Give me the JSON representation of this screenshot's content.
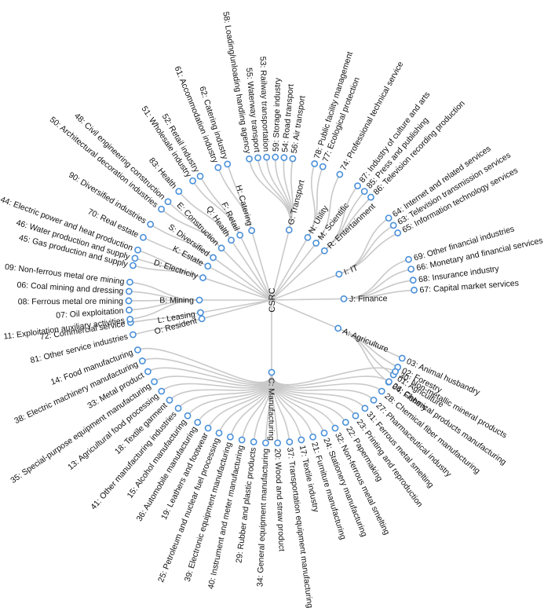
{
  "root": "CSRC",
  "colors": {
    "link": "#c9c9c9",
    "node_stroke": "#4a90d9",
    "node_fill": "#ffffff",
    "text": "#111111"
  },
  "categories": [
    {
      "label": "A: Agriculture",
      "angle": 23,
      "children": [
        {
          "label": "03: Animal husbandry",
          "angle": 24
        },
        {
          "label": "02: Forestry",
          "angle": 28
        },
        {
          "label": "01: Agriculture",
          "angle": 31.5
        },
        {
          "label": "04: Fishery",
          "angle": 35
        }
      ]
    },
    {
      "label": "C: Manufacturing",
      "angle": 90,
      "children": [
        {
          "label": "30: Non-metallic mineral products",
          "angle": 30
        },
        {
          "label": "26: Chemical products manufacturing",
          "angle": 34.8
        },
        {
          "label": "28: Chemical fiber manufacturing",
          "angle": 39.6
        },
        {
          "label": "27: Pharmaceutical industry",
          "angle": 44.4
        },
        {
          "label": "31: Ferrous metal smelting",
          "angle": 49.2
        },
        {
          "label": "23: Printing and reproduction",
          "angle": 54
        },
        {
          "label": "22: Papermaking",
          "angle": 58.8
        },
        {
          "label": "32: Non-ferrous metal smelting",
          "angle": 63.6
        },
        {
          "label": "24: Stationery manufacturing",
          "angle": 68.4
        },
        {
          "label": "21: Furniture manufacturing",
          "angle": 73.2
        },
        {
          "label": "17: Textile industry",
          "angle": 78
        },
        {
          "label": "37: Transportation equipment manufacturing",
          "angle": 82.8
        },
        {
          "label": "20: Wood and straw product",
          "angle": 87.6
        },
        {
          "label": "34: General equipment manufacturing",
          "angle": 92.4
        },
        {
          "label": "29: Rubber and plastic products",
          "angle": 97.2
        },
        {
          "label": "40: Instrument and meter manufacturing",
          "angle": 102
        },
        {
          "label": "39: Electronic equipment manufacturing",
          "angle": 106.8
        },
        {
          "label": "25: Petroleum and nuclear fuel processing",
          "angle": 111.6
        },
        {
          "label": "19: Leathers and footwear",
          "angle": 116.4
        },
        {
          "label": "36: Automobile manufacturing",
          "angle": 121.2
        },
        {
          "label": "15: Alcohol manufacturing",
          "angle": 126
        },
        {
          "label": "41: Other manufacturing industries",
          "angle": 130.8
        },
        {
          "label": "18: Textile garment",
          "angle": 135.6
        },
        {
          "label": "13: Agricultural food processing",
          "angle": 140.4
        },
        {
          "label": "35: Special-purpose equipment manufacturing",
          "angle": 145.2
        },
        {
          "label": "33: Metal product",
          "angle": 150
        },
        {
          "label": "38: Electric machinery manufacturing",
          "angle": 154.8
        },
        {
          "label": "14: Food manufacturing",
          "angle": 159.6
        }
      ]
    },
    {
      "label": "O: Resident",
      "angle": 165,
      "children": [
        {
          "label": "81: Other service industries",
          "angle": 166
        }
      ]
    },
    {
      "label": "L: Leasing",
      "angle": 170,
      "children": [
        {
          "label": "72: Commercial service",
          "angle": 171
        }
      ]
    },
    {
      "label": "B: Mining",
      "angle": 180,
      "children": [
        {
          "label": "11: Exploitation auxiliary activities",
          "angle": 172.3
        },
        {
          "label": "07: Oil exploitation",
          "angle": 176
        },
        {
          "label": "08: Ferrous metal ore mining",
          "angle": 179.7
        },
        {
          "label": "06: Coal mining and dressing",
          "angle": 183.5
        },
        {
          "label": "09: Non-ferrous metal ore mining",
          "angle": 187.2
        }
      ]
    },
    {
      "label": "D: Electricity",
      "angle": 198,
      "children": [
        {
          "label": "45: Gas production and supply",
          "angle": 194
        },
        {
          "label": "46: Water production and supply",
          "angle": 197
        },
        {
          "label": "44: Electric power and heat production",
          "angle": 200.5
        }
      ]
    },
    {
      "label": "K: Estate",
      "angle": 208,
      "children": [
        {
          "label": "70: Real estate",
          "angle": 206
        }
      ]
    },
    {
      "label": "S: Diversified",
      "angle": 216,
      "children": [
        {
          "label": "90: Diversified industries",
          "angle": 212
        }
      ]
    },
    {
      "label": "E: Construction",
      "angle": 226,
      "children": [
        {
          "label": "50: Architectural decoration industries",
          "angle": 219.5
        },
        {
          "label": "48: Civil engineering construction",
          "angle": 223.5
        }
      ]
    },
    {
      "label": "Q: Health",
      "angle": 236,
      "children": [
        {
          "label": "83: Health",
          "angle": 229.5
        }
      ]
    },
    {
      "label": "F: Retail",
      "angle": 244,
      "children": [
        {
          "label": "51: Wholesale industry",
          "angle": 236.5
        },
        {
          "label": "52: Retail industry",
          "angle": 240
        }
      ]
    },
    {
      "label": "H: Catering",
      "angle": 254,
      "children": [
        {
          "label": "61: Accommodation industry",
          "angle": 248
        },
        {
          "label": "62: Catering industry",
          "angle": 252
        }
      ]
    },
    {
      "label": "G: Transport",
      "angle": 284,
      "children": [
        {
          "label": "58: Loading/unloading handling agency",
          "angle": 261
        },
        {
          "label": "55: Waterway transport",
          "angle": 264.5
        },
        {
          "label": "53: Railway transportation",
          "angle": 268
        },
        {
          "label": "59: Storage industry",
          "angle": 271.5
        },
        {
          "label": "54: Road transport",
          "angle": 275
        },
        {
          "label": "56: Air transport",
          "angle": 278.5
        }
      ]
    },
    {
      "label": "N: Utility",
      "angle": 300,
      "children": [
        {
          "label": "78: Public facility management",
          "angle": 287.5
        },
        {
          "label": "77: Ecological protection",
          "angle": 291
        }
      ]
    },
    {
      "label": "M: Scientific",
      "angle": 308,
      "children": [
        {
          "label": "74: Professional technical service",
          "angle": 298.5
        }
      ]
    },
    {
      "label": "R: Entertainment",
      "angle": 317,
      "children": [
        {
          "label": "87: Industry of culture and arts",
          "angle": 307
        },
        {
          "label": "85: Press and publishing",
          "angle": 310.5
        },
        {
          "label": "86: Television recording production",
          "angle": 314
        }
      ]
    },
    {
      "label": "I: IT",
      "angle": 339,
      "children": [
        {
          "label": "64: Internet and related services",
          "angle": 325
        },
        {
          "label": "63: Television transmission services",
          "angle": 328.5
        },
        {
          "label": "65: Information technology services",
          "angle": 332
        }
      ]
    },
    {
      "label": "J: Finance",
      "angle": 359,
      "children": [
        {
          "label": "69: Other financial industries",
          "angle": 343.5
        },
        {
          "label": "66: Monetary and financial services",
          "angle": 347.5
        },
        {
          "label": "68: Insurance industry",
          "angle": 352
        },
        {
          "label": "67: Capital market services",
          "angle": 356
        }
      ]
    }
  ]
}
